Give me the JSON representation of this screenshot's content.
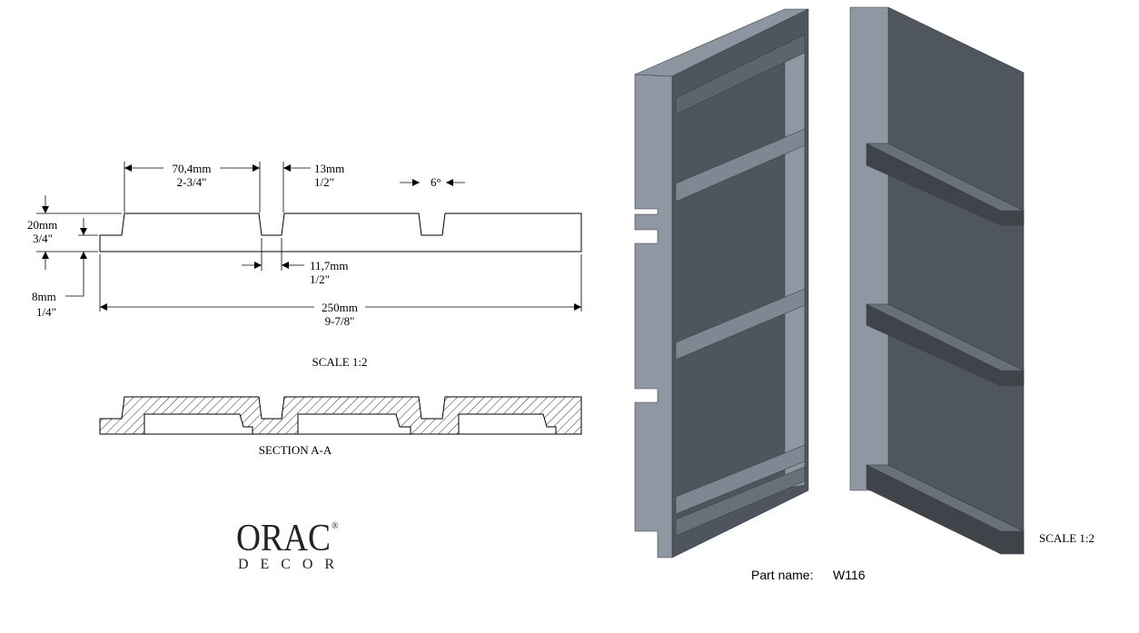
{
  "dimensions": {
    "groove_spacing_mm": "70,4mm",
    "groove_spacing_in": "2-3/4\"",
    "groove_top_mm": "13mm",
    "groove_top_in": "1/2\"",
    "groove_angle": "6°",
    "thickness_mm": "20mm",
    "thickness_in": "3/4\"",
    "groove_bottom_mm": "11,7mm",
    "groove_bottom_in": "1/2\"",
    "lip_mm": "8mm",
    "lip_in": "1/4\"",
    "width_mm": "250mm",
    "width_in": "9-7/8\""
  },
  "labels": {
    "scale_left": "SCALE  1:2",
    "section": "SECTION  A-A",
    "scale_right": "SCALE  1:2",
    "part_name_label": "Part name:",
    "part_name_value": "W116"
  },
  "logo": {
    "word_top": "ORAC",
    "word_bottom": "DECOR",
    "registered": "®"
  },
  "colors": {
    "face_light": "#8e97a2",
    "face_dark": "#4f555d",
    "face_mid": "#6a7079",
    "line": "#000000"
  }
}
